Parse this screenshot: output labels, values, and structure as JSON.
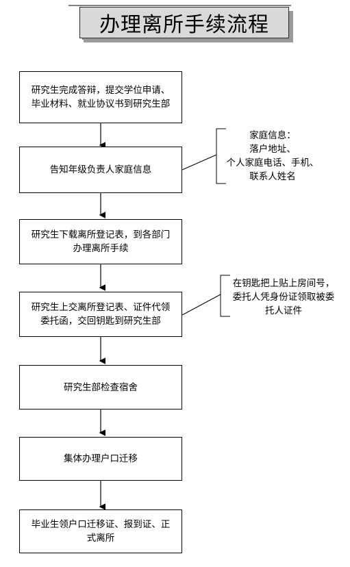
{
  "title": "办理离所手续流程",
  "steps": [
    "研究生完成答辩，提交学位申请、\n毕业材料、就业协议书到研究生部",
    "告知年级负责人家庭信息",
    "研究生下载离所登记表，到各部门\n办理离所手续",
    "研究生上交离所登记表、证件代领\n委托函，交回钥匙到研究生部",
    "研究生部检查宿舍",
    "集体办理户口迁移",
    "毕业生领户口迁移证、报到证、正\n式离所"
  ],
  "notes": [
    "家庭信息：\n落户地址、\n个人家庭电话、手机、\n联系人姓名",
    "在钥匙把上贴上房间号，\n委托人凭身份证领取被委\n托人证件"
  ]
}
